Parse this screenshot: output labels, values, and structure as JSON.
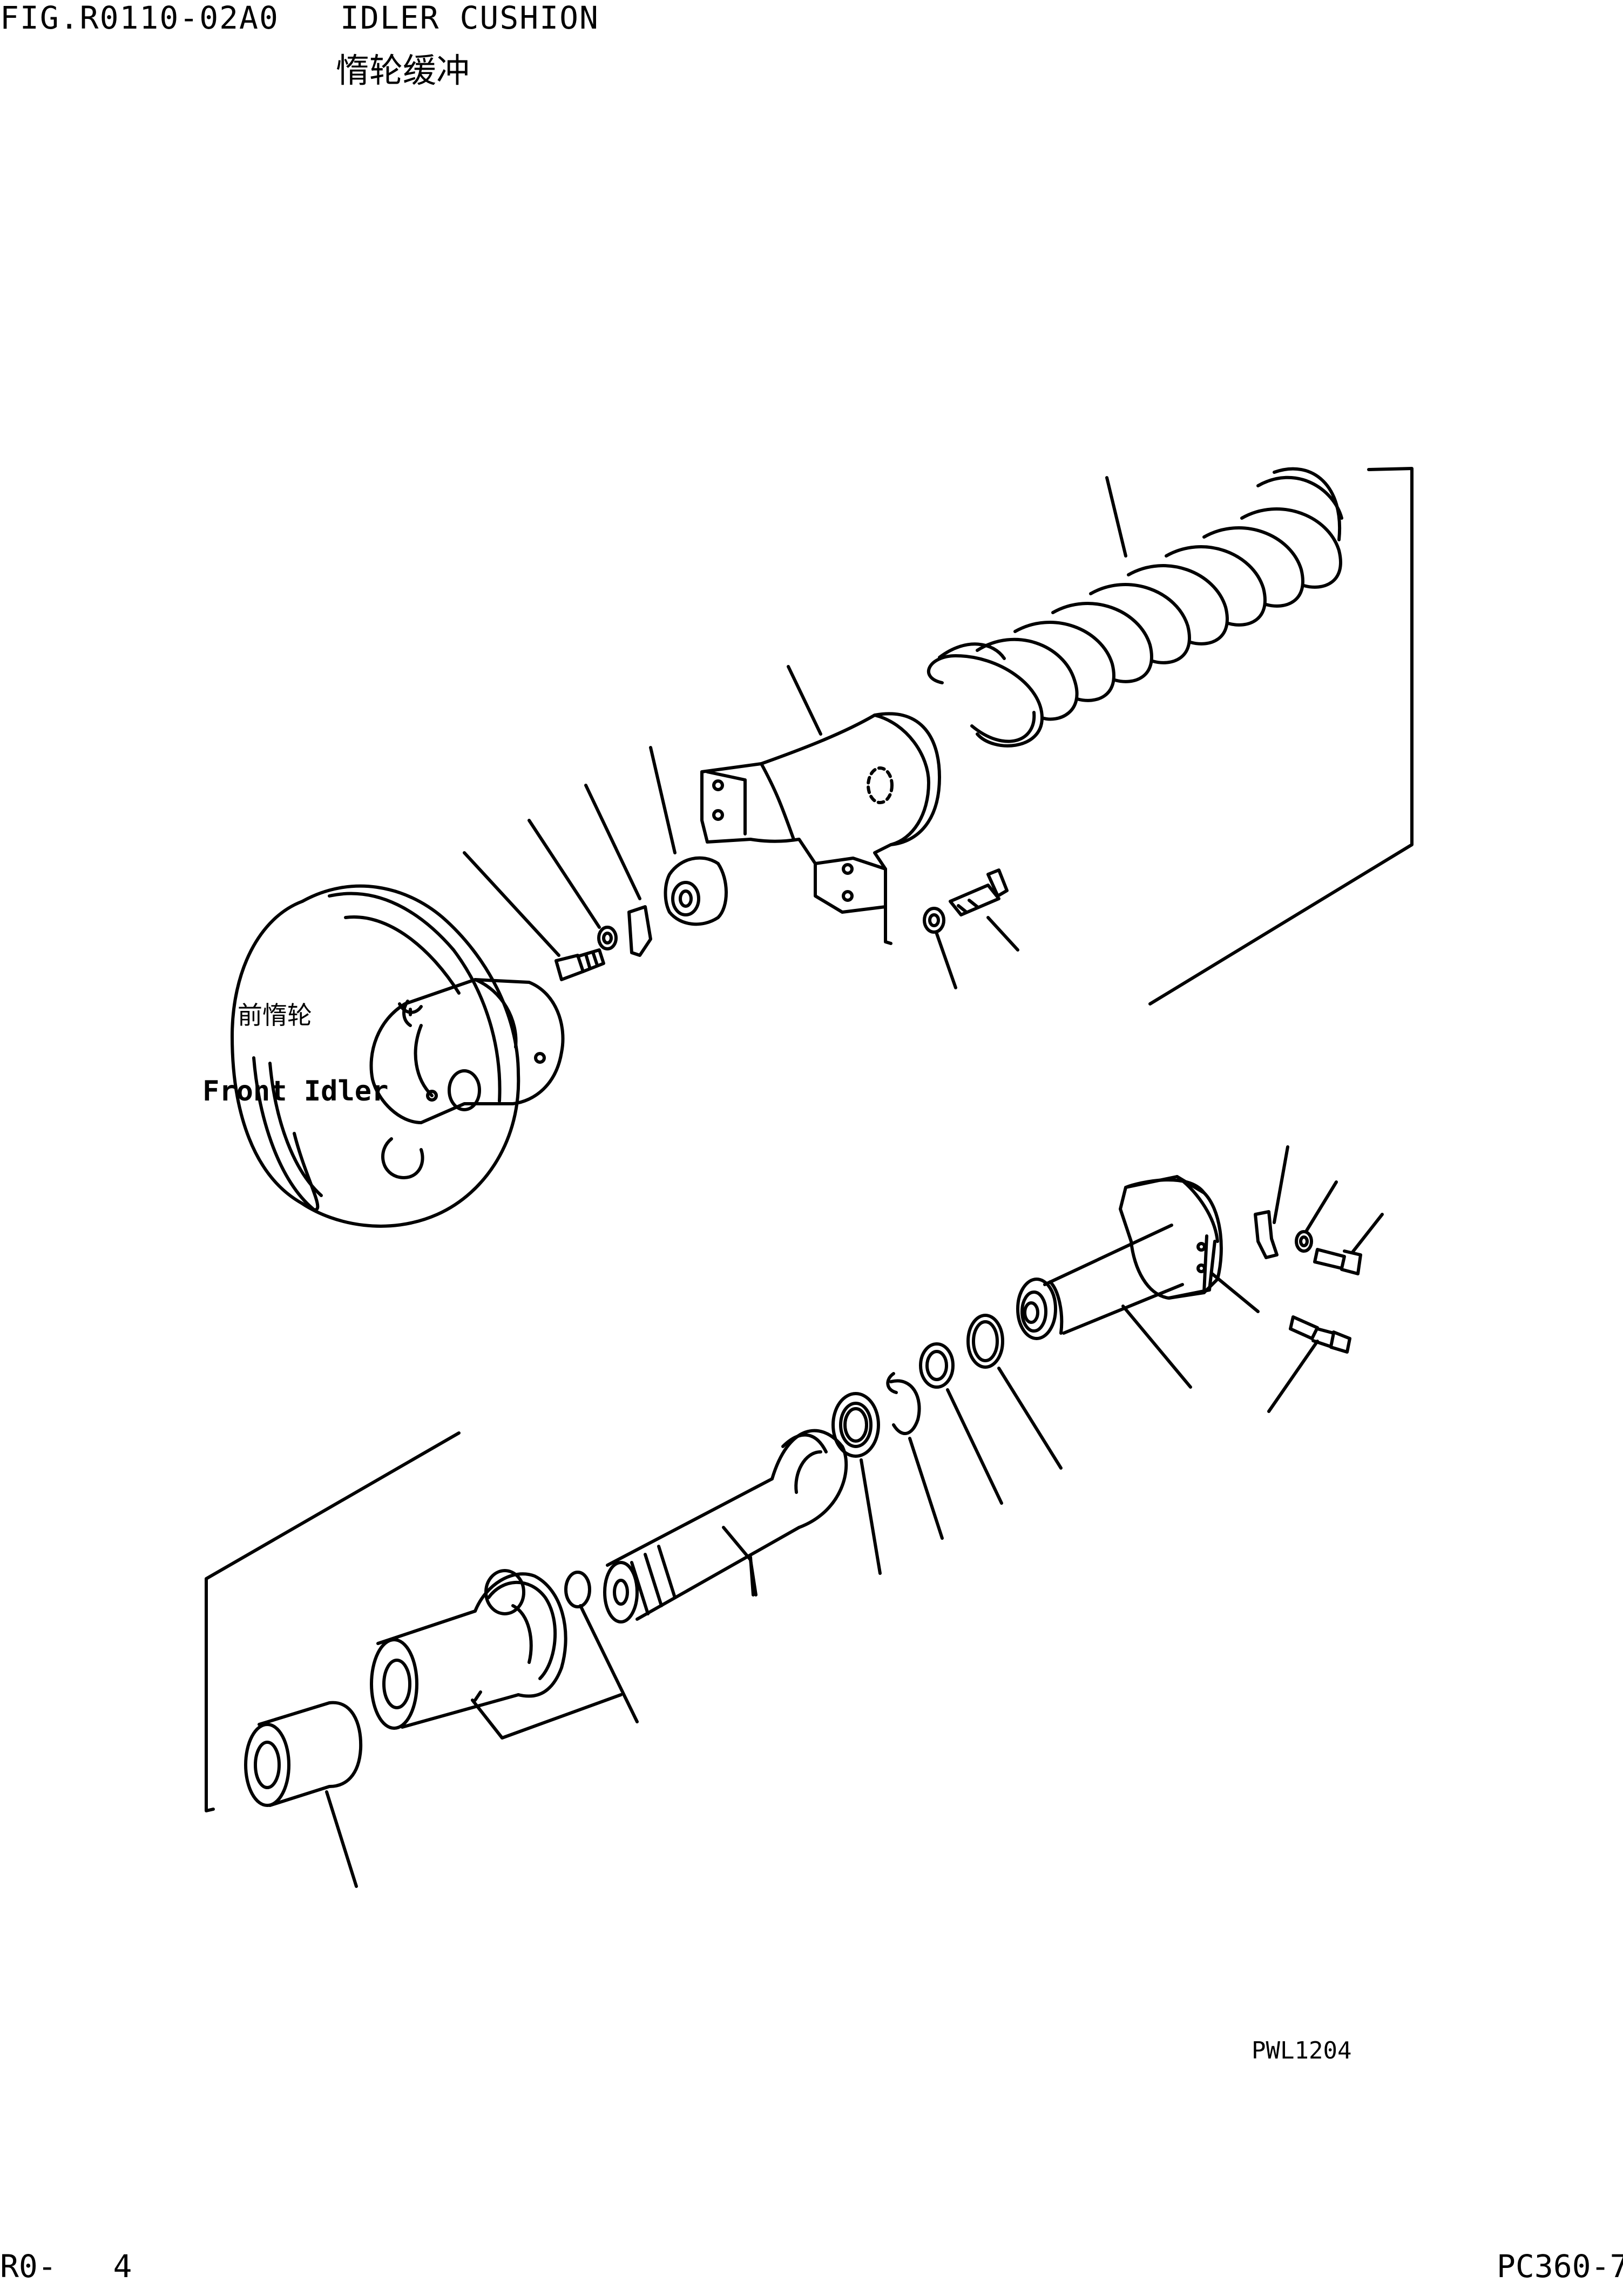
{
  "header": {
    "figure_code": "FIG.R0110-02A0",
    "title_en": "IDLER CUSHION",
    "title_cn": "惰轮缓冲"
  },
  "labels": {
    "front_idler_cn": "前惰轮",
    "front_idler_en": "Front Idler"
  },
  "drawing_code": "PWL1204",
  "footer": {
    "page": "R0-   4",
    "model": "PC360-7"
  }
}
